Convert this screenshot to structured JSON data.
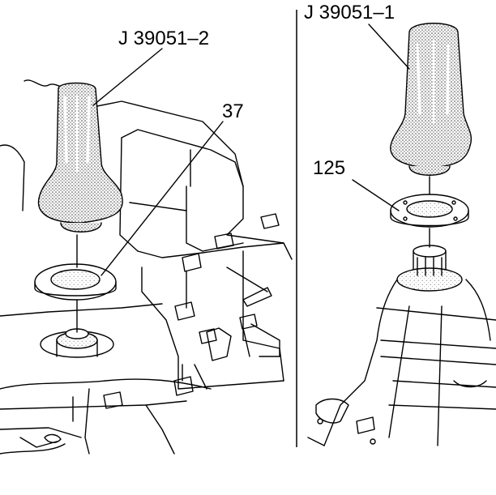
{
  "labels": {
    "tool_left": "J 39051–2",
    "tool_right": "J 39051–1",
    "seal_left": "37",
    "seal_right": "125"
  }
}
